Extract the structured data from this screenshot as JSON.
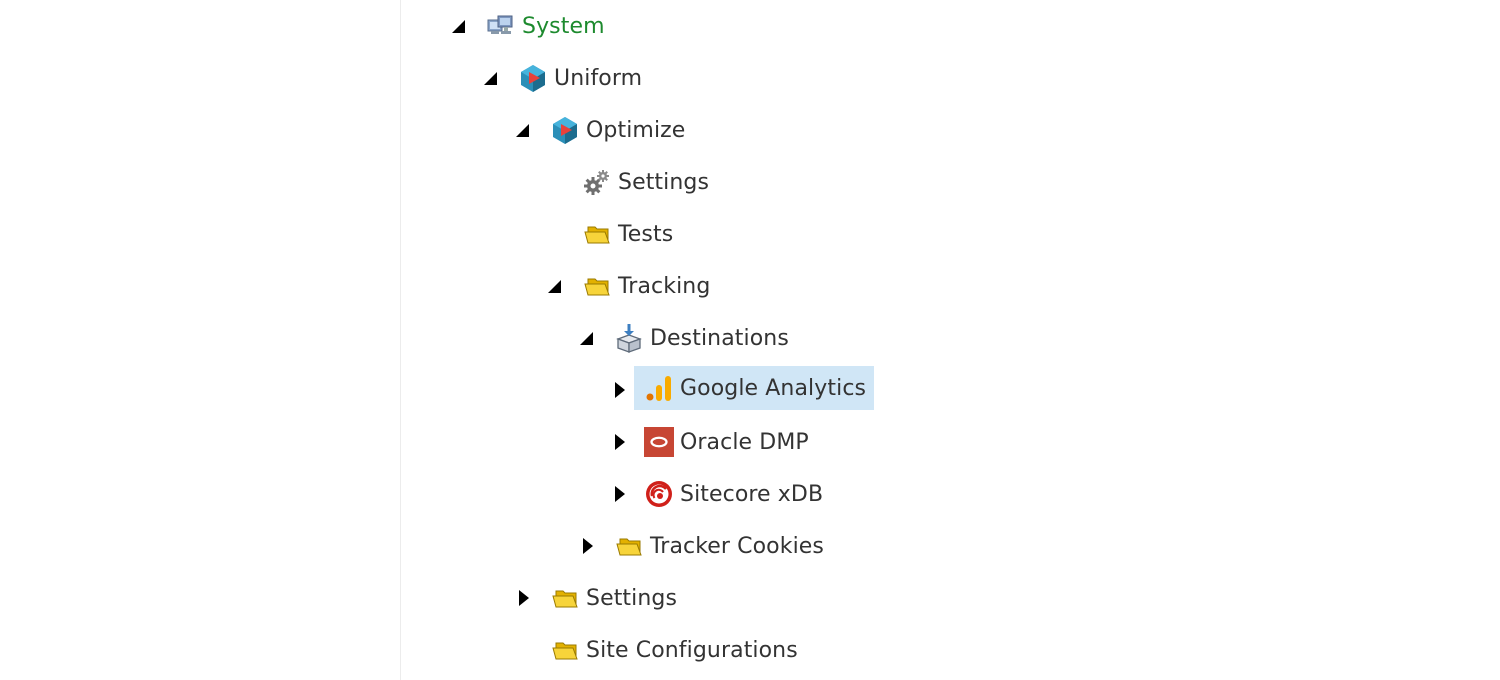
{
  "tree": {
    "system": {
      "label": "System",
      "state": "expanded"
    },
    "uniform": {
      "label": "Uniform",
      "state": "expanded"
    },
    "optimize": {
      "label": "Optimize",
      "state": "expanded"
    },
    "optimize_settings": {
      "label": "Settings",
      "icon": "gears-icon"
    },
    "tests": {
      "label": "Tests",
      "icon": "folder-icon"
    },
    "tracking": {
      "label": "Tracking",
      "state": "expanded",
      "icon": "folder-icon"
    },
    "destinations": {
      "label": "Destinations",
      "state": "expanded",
      "icon": "package-icon"
    },
    "google_analytics": {
      "label": "Google Analytics",
      "state": "collapsed",
      "selected": true,
      "icon": "google-analytics-icon"
    },
    "oracle_dmp": {
      "label": "Oracle DMP",
      "state": "collapsed",
      "icon": "oracle-icon"
    },
    "sitecore_xdb": {
      "label": "Sitecore xDB",
      "state": "collapsed",
      "icon": "sitecore-icon"
    },
    "tracker_cookies": {
      "label": "Tracker Cookies",
      "state": "collapsed",
      "icon": "folder-icon"
    },
    "uniform_settings": {
      "label": "Settings",
      "state": "collapsed",
      "icon": "folder-icon"
    },
    "site_configurations": {
      "label": "Site Configurations",
      "icon": "folder-icon"
    }
  },
  "colors": {
    "root_label": "#1d8a2e",
    "label": "#333333",
    "selection": "#d0e6f6",
    "folder": "#f2c81c",
    "google_analytics_orange": "#f4a300",
    "oracle_red": "#c74634",
    "sitecore_red": "#d0201a"
  }
}
